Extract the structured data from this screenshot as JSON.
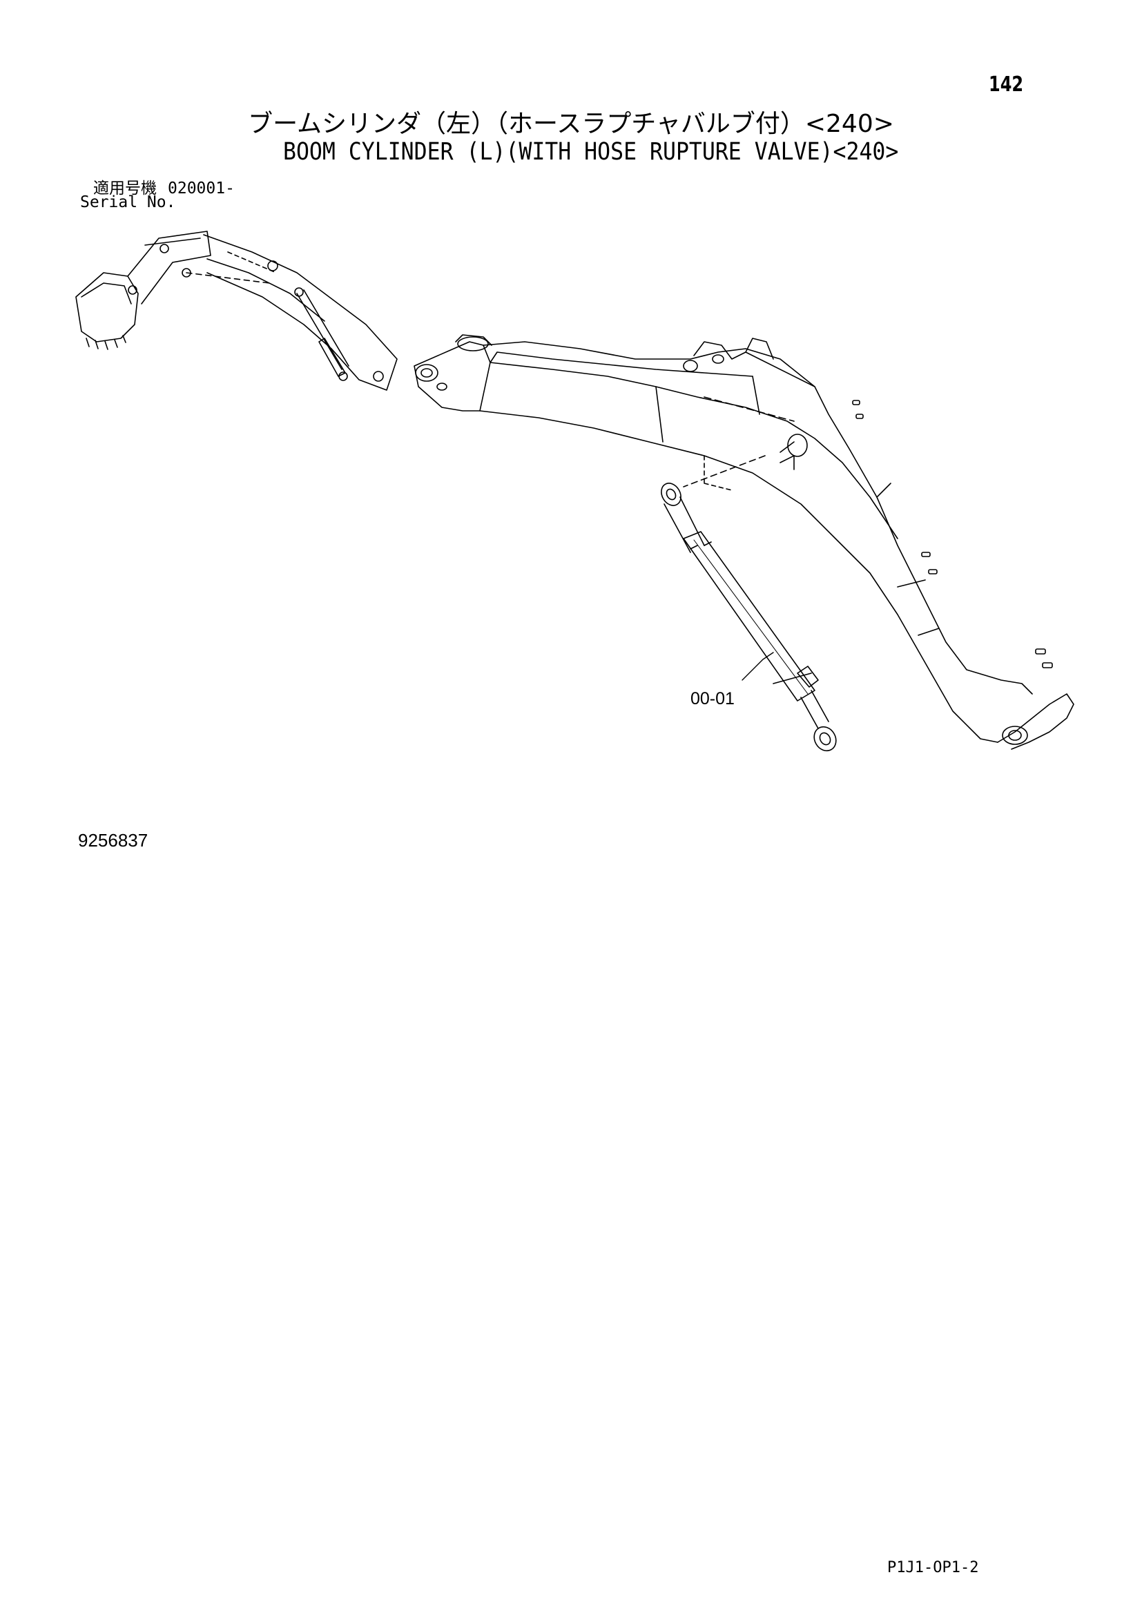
{
  "header": {
    "page_number": "142",
    "title_jp": "ブームシリンダ（左）（ホースラプチャバルブ付）<240>",
    "title_en": "BOOM CYLINDER (L)(WITH HOSE RUPTURE VALVE)<240>"
  },
  "serial": {
    "label_jp": "適用号機",
    "value": "020001-",
    "label_en": "Serial No."
  },
  "diagram": {
    "callout": "00-01",
    "drawing_number": "9256837"
  },
  "footer": {
    "page_code": "P1J1-OP1-2"
  },
  "icons": {
    "excavator_overview": "excavator-front-attachment-icon",
    "boom": "boom-icon",
    "cylinder": "boom-cylinder-icon"
  }
}
